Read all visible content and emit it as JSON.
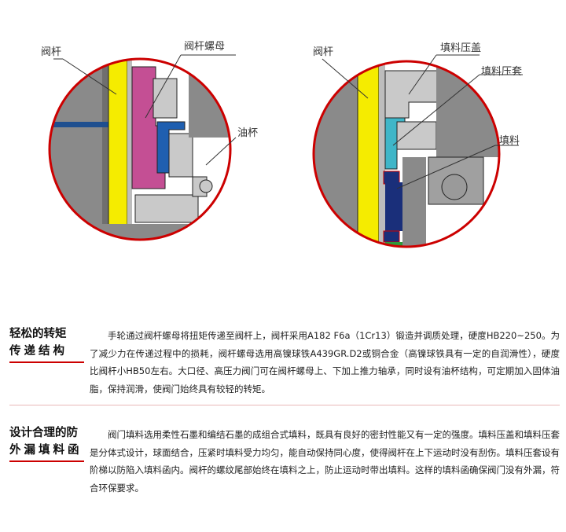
{
  "diagram_left": {
    "labels": {
      "stem": "阀杆",
      "stem_nut": "阀杆螺母",
      "oil_cup": "油杯"
    }
  },
  "diagram_right": {
    "labels": {
      "stem": "阀杆",
      "gland": "填料压盖",
      "gland_sleeve": "填料压套",
      "packing": "填料"
    }
  },
  "sections": [
    {
      "title_line1": "轻松的转矩",
      "title_line2": "传递结构",
      "text": "手轮通过阀杆螺母将扭矩传递至阀杆上，阀杆采用A182 F6a（1Cr13）锻造并调质处理，硬度HB220~250。为了减少力在传递过程中的损耗，阀杆螺母选用高镍球铁A439GR.D2或铜合金（高镍球铁具有一定的自润滑性），硬度比阀杆小HB50左右。大口径、高压力阀门可在阀杆螺母上、下加上推力轴承，同时设有油杯结构，可定期加入固体油脂，保持润滑，使阀门始终具有较轻的转矩。"
    },
    {
      "title_line1": "设计合理的防",
      "title_line2": "外漏填料函",
      "text": "阀门填料选用柔性石墨和编结石墨的成组合式填料，既具有良好的密封性能又有一定的强度。填料压盖和填料压套是分体式设计，球面结合，压紧时填料受力均匀，能自动保持同心度，使得阀杆在上下运动时没有刮伤。填料压套设有阶梯以防陷入填料函内。阀杆的螺纹尾部始终在填料之上，防止运动时带出填料。这样的填料函确保阀门没有外漏，符合环保要求。"
    }
  ]
}
